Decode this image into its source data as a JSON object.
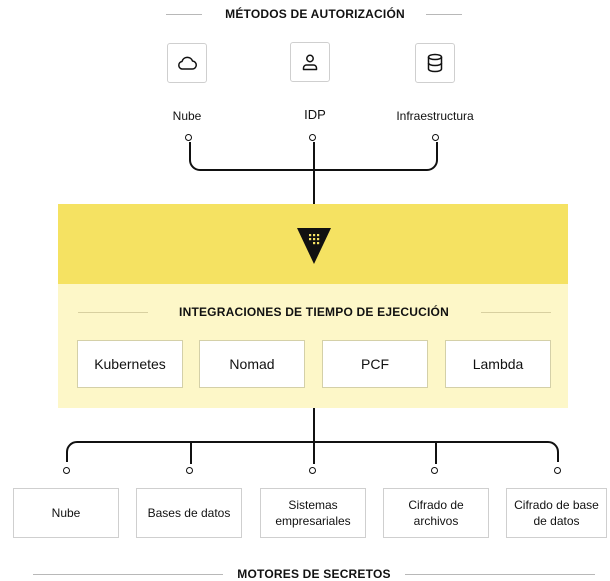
{
  "auth_methods": {
    "title": "MÉTODOS DE AUTORIZACIÓN",
    "items": [
      {
        "label": "Nube",
        "icon": "cloud-icon"
      },
      {
        "label": "IDP",
        "icon": "user-icon"
      },
      {
        "label": "Infraestructura",
        "icon": "database-icon"
      }
    ]
  },
  "runtime": {
    "title": "INTEGRACIONES DE TIEMPO DE EJECUCIÓN",
    "items": [
      "Kubernetes",
      "Nomad",
      "PCF",
      "Lambda"
    ]
  },
  "secret_engines": {
    "title": "MOTORES DE SECRETOS",
    "items": [
      "Nube",
      "Bases de datos",
      "Sistemas empresariales",
      "Cifrado de archivos",
      "Cifrado de base de datos"
    ]
  },
  "colors": {
    "yellow_strong": "#f5e262",
    "yellow_light": "#fdf7c8",
    "line": "#111111"
  },
  "vault_logo": "vault-logo-icon"
}
